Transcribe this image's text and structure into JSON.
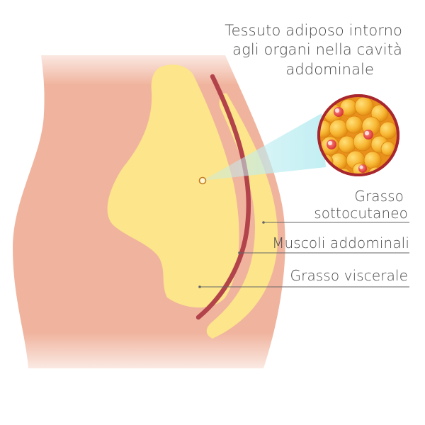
{
  "title": {
    "line1": "Tessuto adiposo intorno",
    "line2": "agli organi nella cavità",
    "line3": "addominale"
  },
  "labels": {
    "subcutaneous_line1": "Grasso",
    "subcutaneous_line2": "sottocutaneo",
    "muscles": "Muscoli addominali",
    "visceral": "Grasso viscerale"
  },
  "colors": {
    "skin": "#f0b49e",
    "skin_fade": "#ffffff",
    "fat": "#fce58a",
    "muscle": "#b3434b",
    "leader": "#666666",
    "zoom_ring": "#a8262e",
    "zoom_beam": "#bfeef2",
    "cell": "#f5a623"
  },
  "icons": {
    "zoom": "fat-cells-magnifier-icon"
  }
}
